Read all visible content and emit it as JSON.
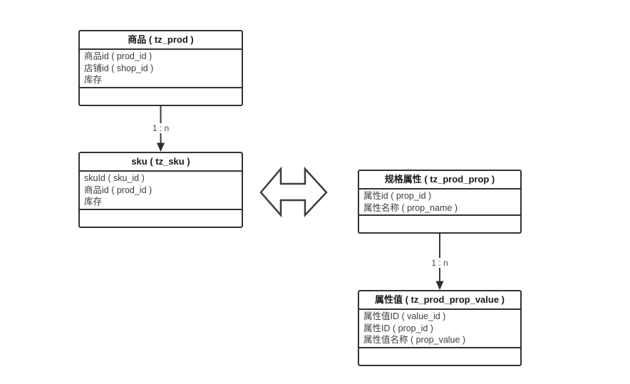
{
  "diagram": {
    "background_color": "#ffffff",
    "shape_border_color": "#333333",
    "title_text_color": "#1a1a1a",
    "field_text_color": "#3d3d3d",
    "cardinality_text_color": "#4a4a4a",
    "tables": [
      {
        "id": "prod",
        "title": "商品 ( tz_prod )",
        "fields": [
          "商品id ( prod_id )",
          "店铺id ( shop_id )",
          "库存"
        ]
      },
      {
        "id": "sku",
        "title": "sku ( tz_sku )",
        "fields": [
          "skuId ( sku_id )",
          "商品id ( prod_id )",
          "库存"
        ]
      },
      {
        "id": "prod_prop",
        "title": "规格属性 ( tz_prod_prop )",
        "fields": [
          "属性id ( prop_id )",
          "属性名称 ( prop_name )"
        ]
      },
      {
        "id": "prod_prop_value",
        "title": "属性值 ( tz_prod_prop_value )",
        "fields": [
          "属性值ID ( value_id )",
          "属性ID ( prop_id )",
          "属性值名称 ( prop_value )"
        ]
      }
    ],
    "connectors": [
      {
        "label": "1 : n"
      },
      {
        "label": "1 : n"
      }
    ],
    "icons": {
      "relation": "double-headed-horizontal-arrow",
      "connector_end": "filled-down-arrowhead"
    }
  }
}
